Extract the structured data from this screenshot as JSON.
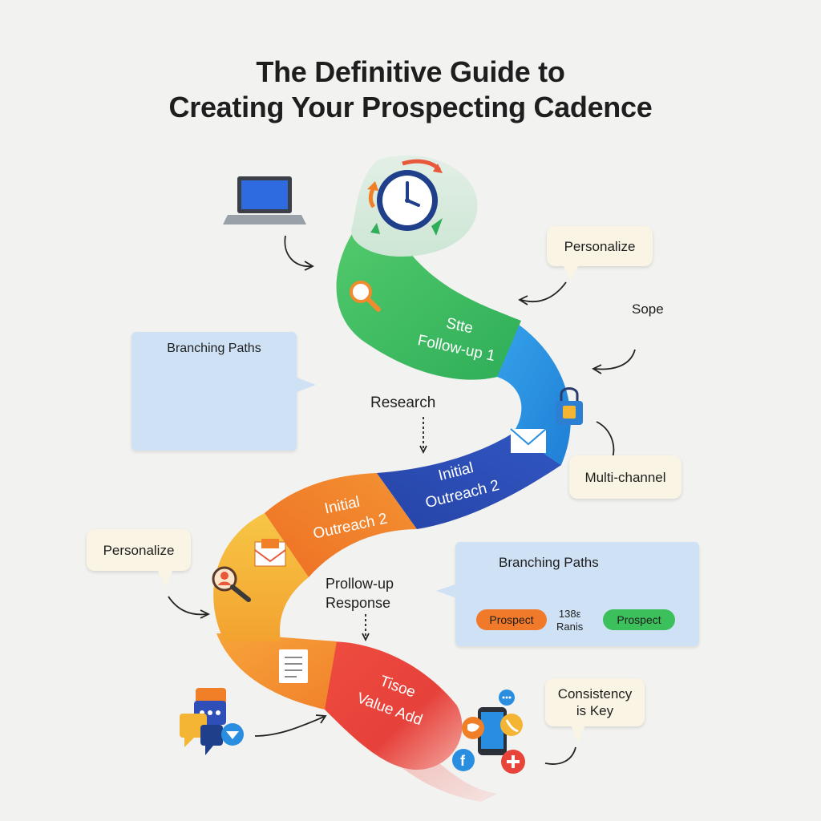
{
  "title": {
    "line1": "The Definitive Guide to",
    "line2": "Creating Your Prospecting Cadence"
  },
  "segments": {
    "follow_up_line1": "Stte",
    "follow_up_line2": "Follow-up 1",
    "outreach_blue_line1": "Initial",
    "outreach_blue_line2": "Outreach 2",
    "outreach_orange_line1": "Initial",
    "outreach_orange_line2": "Outreach 2",
    "value_add_line1": "Tisoe",
    "value_add_line2": "Value Add"
  },
  "labels": {
    "research": "Research",
    "sope": "Sope",
    "prollow_line1": "Prollow-up",
    "prollow_line2": "Response"
  },
  "bubbles": {
    "personalize_top": "Personalize",
    "personalize_left": "Personalize",
    "multichannel": "Multi-channel",
    "consistency_line1": "Consistency",
    "consistency_line2": "is Key"
  },
  "panels": {
    "branching_left_title": "Branching Paths",
    "branching_right_title": "Branching Paths",
    "prospect_left": "Prospect",
    "middle_line1": "138ε",
    "middle_line2": "Ranis",
    "prospect_right": "Prospect"
  },
  "icons": [
    "laptop-icon",
    "clock-icon",
    "search-icon",
    "lock-icon",
    "mail-icon",
    "phone-icon",
    "user-group-icon",
    "user-search-icon",
    "document-icon",
    "chat-bubbles-icon",
    "social-media-icon",
    "tablet-icon"
  ],
  "colors": {
    "green": "#3dbb5e",
    "blue": "#2a8ee0",
    "navy": "#2e4fb8",
    "orange": "#f07f28",
    "yellow": "#f4b434",
    "red": "#e8443a",
    "pill_orange": "#f07a2a",
    "pill_green": "#3cc05c",
    "bubble": "#faf4e4",
    "panel": "#cfe1f5"
  }
}
